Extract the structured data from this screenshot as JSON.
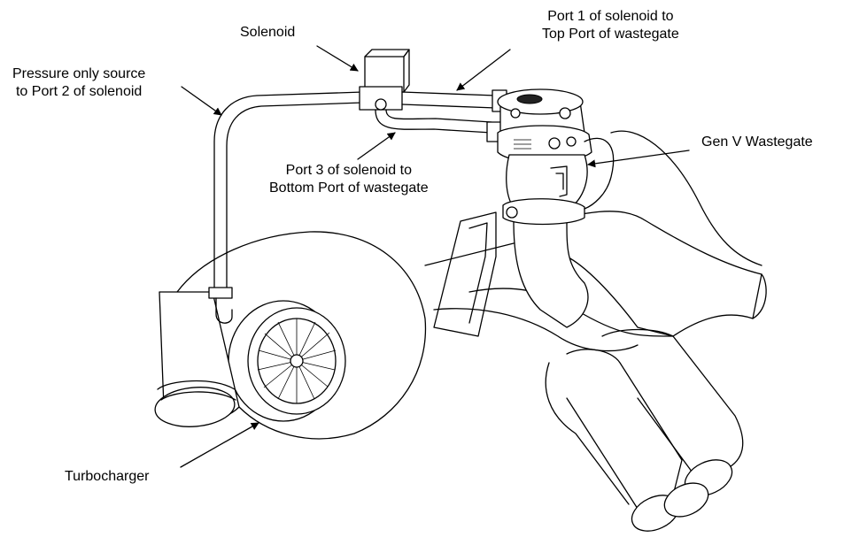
{
  "labels": {
    "solenoid": "Solenoid",
    "port1_line1": "Port 1 of solenoid to",
    "port1_line2": "Top Port of wastegate",
    "pressure_line1": "Pressure only source",
    "pressure_line2": "to Port 2 of solenoid",
    "port3_line1": "Port 3 of solenoid to",
    "port3_line2": "Bottom Port of wastegate",
    "wastegate": "Gen V Wastegate",
    "turbocharger": "Turbocharger"
  },
  "colors": {
    "line": "#000000",
    "background": "#ffffff"
  }
}
